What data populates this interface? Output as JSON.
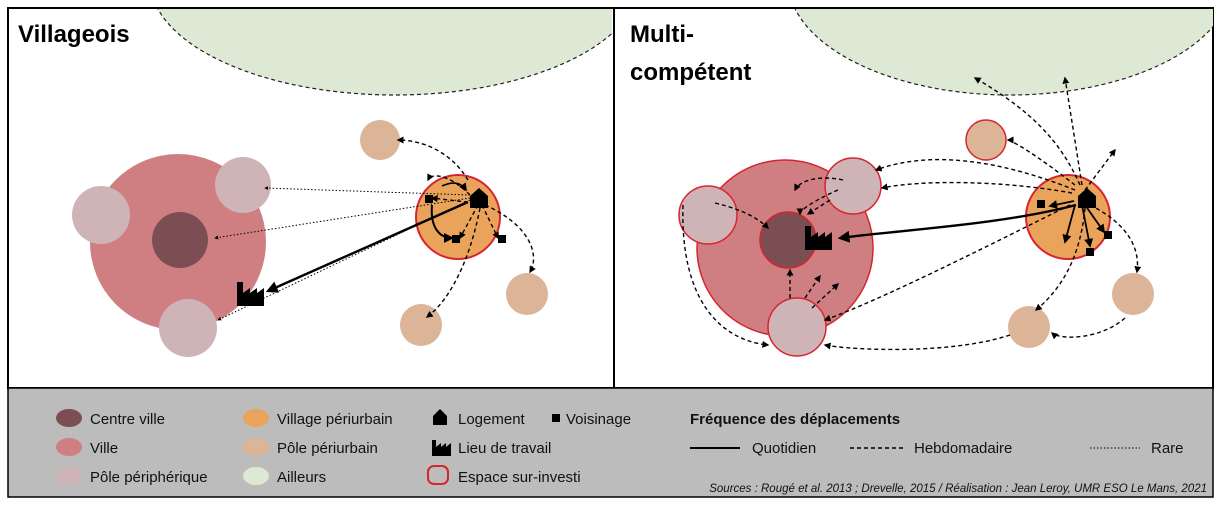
{
  "panels": {
    "left_title": "Villageois",
    "right_title_line1": "Multi-",
    "right_title_line2": "compétent"
  },
  "legend": {
    "centre_ville": "Centre ville",
    "ville": "Ville",
    "pole_peripherique": "Pôle périphérique",
    "village_periurbain": "Village périurbain",
    "pole_periurbain": "Pôle périurbain",
    "ailleurs": "Ailleurs",
    "logement": "Logement",
    "voisinage": "Voisinage",
    "lieu_de_travail": "Lieu de travail",
    "espace_sur_investi": "Espace sur-investi",
    "frequence_title": "Fréquence des déplacements",
    "quotidien": "Quotidien",
    "hebdomadaire": "Hebdomadaire",
    "rare": "Rare"
  },
  "source": "Sources : Rougé et al. 2013 ; Drevelle, 2015 / Réalisation : Jean Leroy, UMR ESO Le Mans, 2021",
  "colors": {
    "centre_ville": "#7a4e52",
    "ville": "#cf7f82",
    "pole_peripherique": "#cfb4b7",
    "village_periurbain": "#e9a35a",
    "pole_periurbain": "#dcb497",
    "ailleurs": "#dde9d5",
    "espace_sur_investi": "#d7252f",
    "legend_bg": "#bcbcbc"
  }
}
